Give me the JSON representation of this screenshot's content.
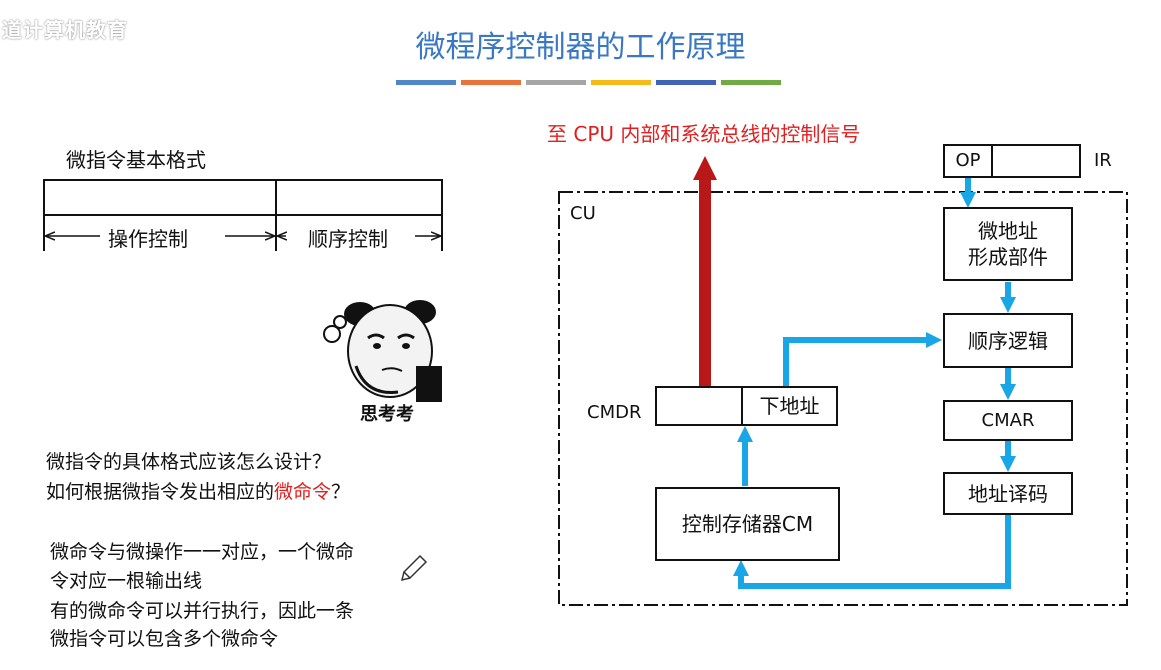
{
  "header": {
    "logo_text": "道计算机教育",
    "title": "微程序控制器的工作原理",
    "stripe_colors": [
      "#4f86c6",
      "#e8743b",
      "#a5a5a5",
      "#f4b91b",
      "#3f64b4",
      "#6faa44"
    ]
  },
  "format": {
    "title": "微指令基本格式",
    "op_field": "操作控制",
    "seq_field": "顺序控制"
  },
  "meme": {
    "caption": "思考考"
  },
  "questions": {
    "q1": "微指令的具体格式应该怎么设计？",
    "q2_prefix": "如何根据微指令发出相应的",
    "q2_highlight": "微命令",
    "q2_suffix": "？"
  },
  "notes": {
    "line1": "微命令与微操作一一对应，一个微命",
    "line2": "令对应一根输出线",
    "line3": "有的微命令可以并行执行，因此一条",
    "line4": "微指令可以包含多个微命令"
  },
  "diagram": {
    "red_label": "至 CPU 内部和系统总线的控制信号",
    "op": "OP",
    "ir": "IR",
    "cu": "CU",
    "addr_gen_line1": "微地址",
    "addr_gen_line2": "形成部件",
    "seq_logic": "顺序逻辑",
    "cmar": "CMAR",
    "decoder": "地址译码",
    "cm": "控制存储器CM",
    "cmdr": "CMDR",
    "next_addr": "下地址",
    "colors": {
      "arrow_blue": "#19a6e6",
      "arrow_red": "#b81818",
      "highlight_red": "#e02020"
    }
  }
}
